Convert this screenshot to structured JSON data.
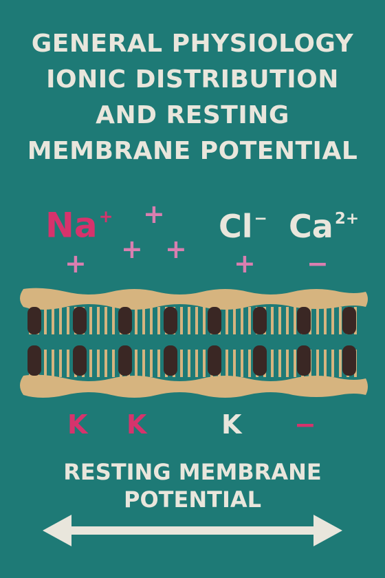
{
  "title": {
    "line1": "GENERAL PHYSIOLOGY",
    "line2": "IONIC DISTRIBUTION",
    "line3": "AND RESTING",
    "line4": "MEMBRANE POTENTIAL"
  },
  "ions": {
    "na": {
      "symbol": "Na",
      "charge": "+",
      "color": "#d6336c"
    },
    "cl": {
      "symbol": "Cl",
      "charge": "−",
      "color": "#e9e6dc"
    },
    "ca": {
      "symbol": "Ca",
      "charge": "2+",
      "color": "#e9e6dc"
    }
  },
  "signs": {
    "plus": "+",
    "minus": "−",
    "plus_color": "#d97fb0"
  },
  "inside_labels": {
    "k1": "K",
    "k2": "K",
    "k3": "K",
    "minus": "−",
    "k_color": "#d6336c",
    "k_white_color": "#e9e6dc"
  },
  "subtitle": {
    "line1": "RESTING MEMBRANE",
    "line2": "POTENTIAL"
  },
  "colors": {
    "background": "#1e7a76",
    "membrane": "#d6b47f",
    "channel": "#3a2724",
    "text_light": "#e9e6dc"
  }
}
